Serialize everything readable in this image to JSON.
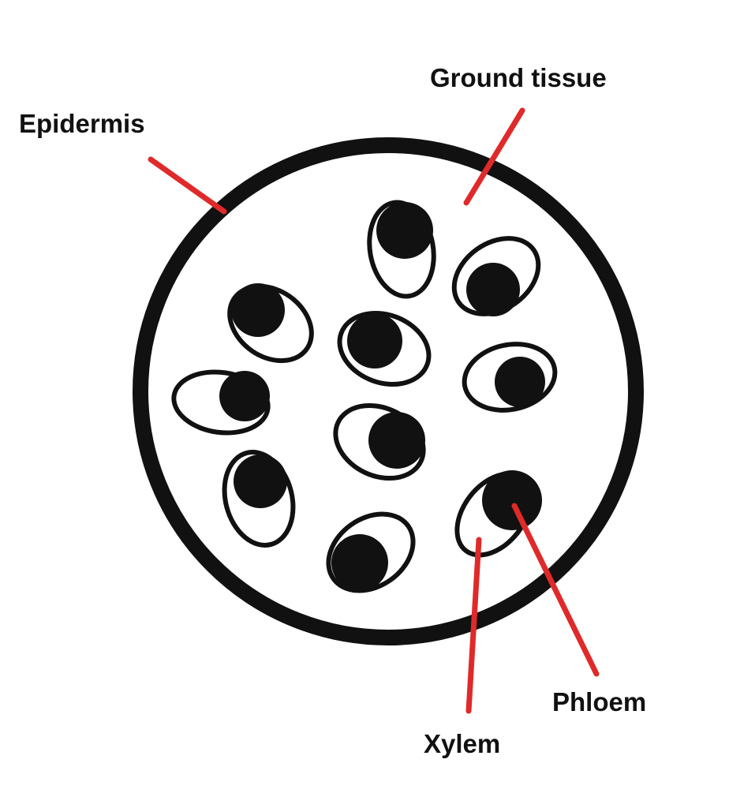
{
  "labels": {
    "epidermis": "Epidermis",
    "ground_tissue": "Ground tissue",
    "phloem": "Phloem",
    "xylem": "Xylem"
  },
  "colors": {
    "outline": "#111111",
    "pointer": "#e02a2a",
    "background": "#ffffff"
  },
  "bundle_count": 10
}
